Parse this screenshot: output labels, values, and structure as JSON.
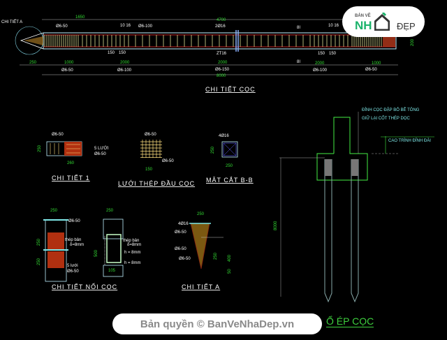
{
  "main_pile": {
    "title": "CHI TIẾT CỌC",
    "callout_a": "CHI TIẾT A",
    "top_labels": [
      "1650",
      "4700",
      "Ø6-50",
      "10 16",
      "Ø6-100",
      "2Ø16",
      "8I",
      "10 16"
    ],
    "under_labels": [
      "150",
      "150",
      "ZT16",
      "150",
      "150",
      "200"
    ],
    "dims": [
      "250",
      "1000",
      "2000",
      "2000",
      "8I",
      "2000",
      "1000"
    ],
    "stirrups": [
      "Ø6-50",
      "Ø6-100",
      "Ø6-150",
      "Ø6-100",
      "Ø6-50"
    ],
    "total": "8000"
  },
  "detail1": {
    "title": "CHI TIẾT 1",
    "labels": [
      "Ø6-50",
      "250",
      "260",
      "5 LƯỚI",
      "Ø6-50"
    ]
  },
  "mesh": {
    "title": "LƯỚI THÉP ĐẦU CỌC",
    "labels": [
      "Ø6-50",
      "Ø6-50",
      "150"
    ]
  },
  "section": {
    "title": "MẶT CẮT B-B",
    "labels": [
      "4Ø16",
      "250",
      "250"
    ]
  },
  "splice": {
    "title": "CHI TIẾT NỐI CỌC",
    "labels": [
      "250",
      "Ø6-50",
      "250",
      "250",
      "5 lưới",
      "Ø6-50",
      "250",
      "500",
      "thép bản",
      "δ=8mm",
      "thép bản",
      "δ=8mm",
      "h = 8mm",
      "h = 8mm",
      "105"
    ]
  },
  "detail_a": {
    "title": "CHI TIẾT A",
    "labels": [
      "250",
      "4Ø16",
      "Ø6-50",
      "Ø6-50",
      "Ø6-50",
      "250",
      "400",
      "50"
    ]
  },
  "pile_elevation": {
    "note1": "ĐỈNH CỌC ĐẬP BỎ BÊ TÔNG",
    "note2": "GIỮ LẠI CỐT THÉP DỌC",
    "note3": "CAO TRÌNH ĐỈNH ĐÀI",
    "dim": "8000",
    "title": "Ổ ÉP CỌC"
  },
  "logo": {
    "small": "BẢN VẼ",
    "big": "NH",
    "suffix": "ĐẸP"
  },
  "watermark": "Bản quyền © BanVeNhaDep.vn"
}
